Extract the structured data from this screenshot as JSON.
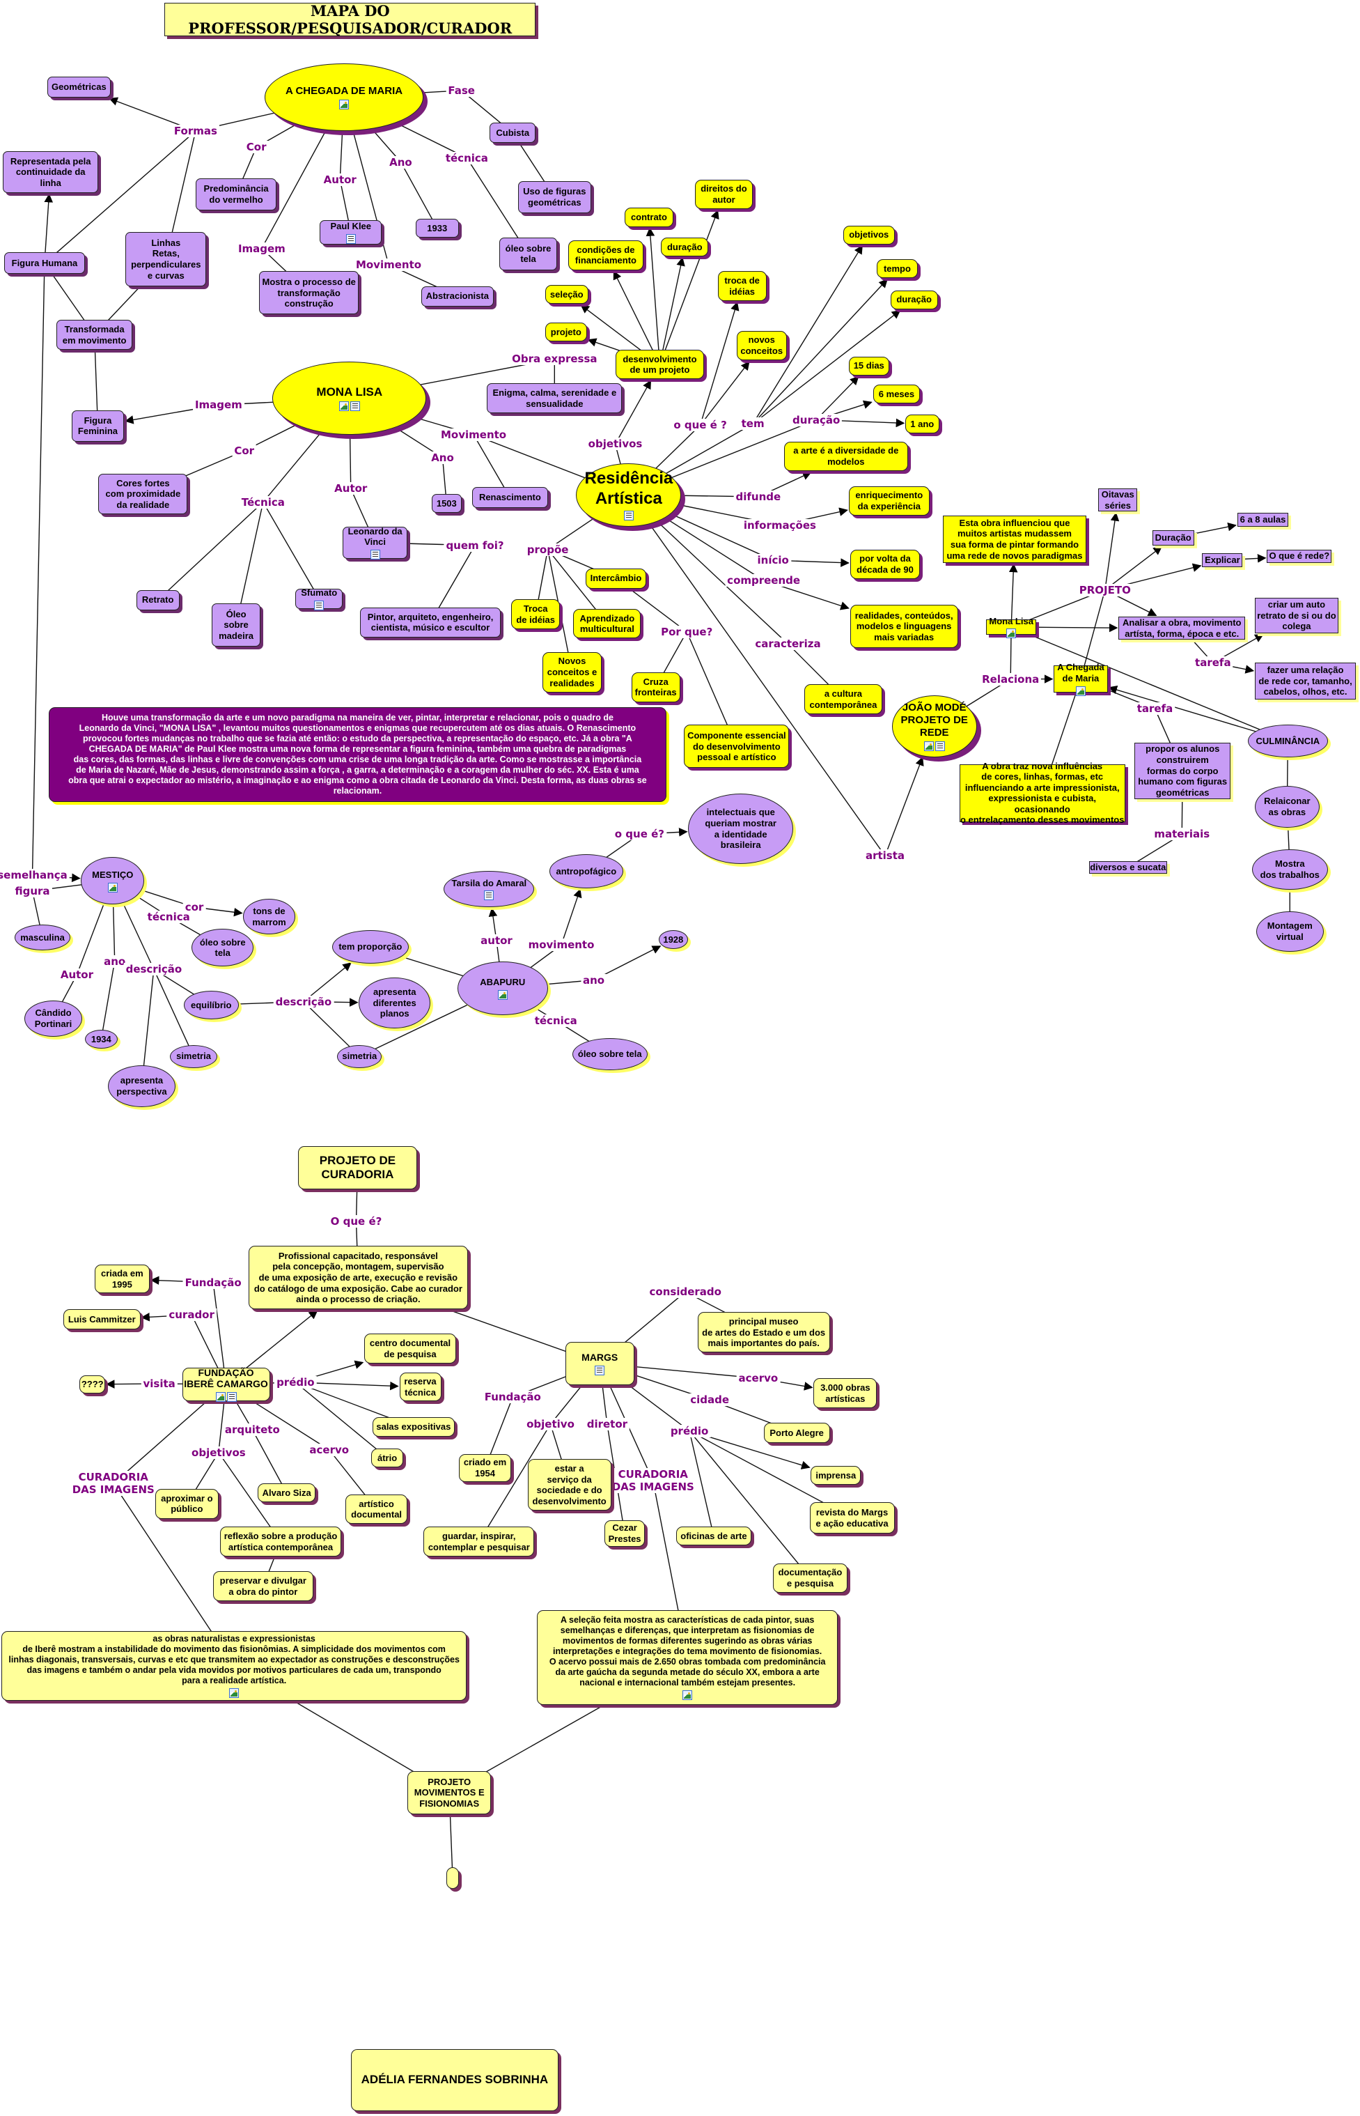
{
  "nodes": {
    "title": "MAPA DO PROFESSOR/PESQUISADOR/CURADOR",
    "cm": "A CHEGADA DE MARIA",
    "geo": "Geométricas",
    "cub": "Cubista",
    "rep": "Representada pela\ncontinuidade da\nlinha",
    "pred": "Predominância\ndo vermelho",
    "uso": "Uso de figuras\ngeométricas",
    "klee": "Paul Klee",
    "y1933": "1933",
    "oleo1": "óleo sobre\ntela",
    "fh": "Figura Humana",
    "linhas": "Linhas\nRetas,\nperpendiculares\ne curvas",
    "mostra": "Mostra o processo de\ntransformação\nconstrução",
    "abstr": "Abstracionista",
    "transf": "Transformada\nem movimento",
    "ml": "MONA LISA",
    "ff": "Figura\nFeminina",
    "enig": "Enigma, calma, serenidade e\nsensualidade",
    "renasc": "Renascimento",
    "y1503": "1503",
    "cores": "Cores fortes\ncom proximidade\nda realidade",
    "retrato": "Retrato",
    "oleomad": "Óleo\nsobre\nmadeira",
    "sfum": "Sfumato",
    "leo": "Leonardo da\nVinci",
    "pintor": "Pintor, arquiteto, engenheiro,\ncientista, músico e escultor",
    "ra": "Residência\nArtística",
    "dev": "desenvolvimento\nde um projeto",
    "proj": "projeto",
    "sel": "seleção",
    "cond": "condições de\nfinanciamento",
    "contr": "contrato",
    "dur1": "duração",
    "dir": "direitos do\nautor",
    "troca1": "troca de\nidéias",
    "novos": "novos\nconceitos",
    "objv": "objetivos",
    "tempo": "tempo",
    "dur2": "duração",
    "d15": "15 dias",
    "m6": "6 meses",
    "a1": "1 ano",
    "arte": "a arte é a diversidade de\nmodelos",
    "enriq": "enriquecimento\nda experiência",
    "dec90": "por volta da\ndécada de 90",
    "real": "realidades, conteúdos,\nmodelos e linguagens\nmais variadas",
    "cult": "a cultura\ncontemporânea",
    "inter": "Intercâmbio",
    "troca2": "Troca\nde idéias",
    "aprend": "Aprendizado\nmulticultural",
    "novosc": "Novos\nconceitos e\nrealidades",
    "cruza": "Cruza\nfronteiras",
    "compo": "Componente essencial\ndo desenvolvimento\npessoal e artístico",
    "joao": "JOÃO MODÉ\nPROJETO DE\nREDE",
    "para": "Houve uma transformação da arte e um  novo paradigma na maneira de ver, pintar, interpretar e relacionar, pois o quadro de\nLeonardo da Vinci, \"MONA LISA\" , levantou muitos questionamentos e enigmas que recupercutem até os dias atuais. O Renascimento\nprovocou fortes mudanças no trabalho que se fazia até então: o estudo da perspectiva, a representação do espaço, etc. Já a obra \"A\nCHEGADA DE MARIA\" de Paul Klee  mostra uma nova forma de representar a figura feminina, também uma quebra de paradigmas\ndas cores, das formas, das linhas e livre de convenções com uma crise de uma longa tradição da arte. Como se mostrasse a importância\nde Maria de Nazaré, Mãe de Jesus, demonstrando assim a força , a garra, a determinação e a coragem da mulher do séc. XX. Esta é uma\nobra que atrai o expectador ao mistério, a imaginação e ao enigma como a obra citada de Leonardo da Vinci. Desta forma, as duas obras se\nrelacionam.",
    "intel": "intelectuais que\nqueriam mostrar\na identidade\nbrasileira",
    "oit": "Oitavas\nséries",
    "esta": "Esta obra influenciou que\nmuitos artistas mudassem\nsua forma de pintar formando\numa rede de novos paradigmas",
    "aulas": "6 a 8 aulas",
    "dur3": "Duração",
    "expl": "Explicar",
    "rede": "O que é rede?",
    "criar": "criar um auto\nretrato de si ou do\ncolega",
    "monal": "Mona Lisa",
    "anal": "Analisar a obra, movimento\nartísta, forma, época e etc.",
    "fazer": "fazer uma relação\nde rede cor, tamanho,\ncabelos, olhos, etc.",
    "chm": "A Chegada\nde Maria",
    "culm": "CULMINÂNCIA",
    "aobra": "A obra traz nova influências\nde cores, linhas, formas, etc\ninfluenciando a arte impressionista,\nexpressionista e cubista, ocasionando\no entrelaçamento desses movimentos",
    "propor": "propor os alunos\nconstruirem\nformas do corpo\nhumano com figuras\ngeométricas",
    "relac": "Relaiconar\nas obras",
    "div": "diversos e sucata",
    "mostra2": "Mostra\ndos trabalhos",
    "mont": "Montagem\nvirtual",
    "mest": "MESTIÇO",
    "tons": "tons de\nmarrom",
    "masc": "masculina",
    "oleo3": "óleo sobre\ntela",
    "equi": "equilíbrio",
    "cand": "Cândido\nPortinari",
    "y1934": "1934",
    "sim1": "simetria",
    "persp": "apresenta\nperspectiva",
    "temp": "tem proporção",
    "planos": "apresenta\ndiferentes\nplanos",
    "sim2": "simetria",
    "abap": "ABAPURU",
    "tars": "Tarsila do Amaral",
    "antro": "antropofágico",
    "y1928": "1928",
    "oleo4": "óleo sobre tela",
    "pc": "PROJETO DE\nCURADORIA",
    "prof": "Profissional capacitado, responsável\npela concepção, montagem, supervisão\nde uma exposição de arte, execução e revisão\ndo catálogo de uma exposição. Cabe ao curador\nainda o processo de criação.",
    "c1995": "criada em\n1995",
    "luis": "Luis Cammitzer",
    "qqq": "????",
    "fib": "FUNDAÇÃO\nIBERÊ CAMARGO",
    "centro": "centro documental\nde pesquisa",
    "reserva": "reserva\ntécnica",
    "salas": "salas expositivas",
    "atrio": "átrio",
    "aprox": "aproximar o\npúblico",
    "alvaro": "Alvaro Siza",
    "artdoc": "artístico\ndocumental",
    "reflex": "reflexão sobre a produção\nartística contemporânea",
    "preserv": "preservar e divulgar\na obra do pintor",
    "princ": "principal museo\nde artes do Estado e um dos\nmais importantes do país.",
    "margs": "MARGS",
    "obras3000": "3.000 obras\nartísticas",
    "poa": "Porto Alegre",
    "c1954": "criado em\n1954",
    "estar": "estar a\nserviço da\nsociedade e do\ndesenvolvimento",
    "impr": "imprensa",
    "rev": "revista do Margs\ne ação educativa",
    "guardar": "guardar, inspirar,\ncontemplar e pesquisar",
    "cezar": "Cezar\nPrestes",
    "ofic": "oficinas de arte",
    "doc": "documentação\ne pesquisa",
    "box1": "as obras naturalistas e expressionistas\nde Iberê mostram a instabilidade do movimento das fisionômias.  A simplicidade dos movimentos com\nlinhas diagonais, transversais, curvas e etc que transmitem ao expectador as construções e desconstruções\ndas imagens e também o andar pela vida movidos por motivos particulares de cada um, transpondo\npara a realidade artística.",
    "box2": "A seleção feita mostra as características de cada pintor, suas\nsemelhanças e diferenças, que interpretam as fisionomias de\nmovimentos de formas diferentes sugerindo as obras várias\ninterpretações e integrações do tema movimento de fisionomias.\nO  acervo possui mais de 2.650 obras tombada com predominância\nda arte gaúcha da segunda metade do século XX, embora a arte\nnacional e internacional também estejam presentes.",
    "pmf": "PROJETO\nMOVIMENTOS E\nFISIONOMIAS",
    "author": "ADÉLIA FERNANDES SOBRINHA"
  },
  "labels": {
    "L_formas": "Formas",
    "L_fase": "Fase",
    "L_cor1": "Cor",
    "L_tec1": "técnica",
    "L_ano1": "Ano",
    "L_autor1": "Autor",
    "L_img1": "Imagem",
    "L_mov1": "Movimento",
    "L_oe": "Obra expressa",
    "L_img2": "Imagem",
    "L_mov2": "Movimento",
    "L_ano2": "Ano",
    "L_cor2": "Cor",
    "L_tec2": "Técnica",
    "L_autor2": "Autor",
    "L_quem": "quem foi?",
    "L_obj": "objetivos",
    "L_oque": "o que é ?",
    "L_tem": "tem",
    "L_dur": "duração",
    "L_dif": "difunde",
    "L_inf": "informações",
    "L_ini": "início",
    "L_comp": "compreende",
    "L_car": "caracteriza",
    "L_prop": "propõe",
    "L_pq": "Por que?",
    "L_art": "artista",
    "L_proj": "PROJETO",
    "L_tar1": "tarefa",
    "L_rel": "Relaciona",
    "L_tar2": "tarefa",
    "L_mat": "materiais",
    "L_sem": "semelhança",
    "L_fig": "figura",
    "L_cor3": "cor",
    "L_tec3": "técnica",
    "L_ano3": "ano",
    "L_autor3": "Autor",
    "L_desc1": "descrição",
    "L_desc2": "descrição",
    "L_autor4": "autor",
    "L_mov4": "movimento",
    "L_oque2": "o que é?",
    "L_ano4": "ano",
    "L_tec4": "técnica",
    "L_oque3": "O que é?",
    "L_fund1": "Fundação",
    "L_cur": "curador",
    "L_vis": "visita",
    "L_pred1": "prédio",
    "L_arq": "arquiteto",
    "L_obj2": "objetivos",
    "L_acer1": "acervo",
    "L_cdi1": "CURADORIA\nDAS IMAGENS",
    "L_cons": "considerado",
    "L_acer2": "acervo",
    "L_fund2": "Fundação",
    "L_cid": "cidade",
    "L_obj3": "objetivo",
    "L_dir": "diretor",
    "L_pred2": "prédio",
    "L_cdi2": "CURADORIA\nDAS IMAGENS"
  },
  "colors": {
    "concept_yellow": "#ffff00",
    "concept_light_yellow": "#ffff99",
    "concept_purple": "#c79cf5",
    "link_label": "#800080",
    "text_box": "#800080"
  }
}
